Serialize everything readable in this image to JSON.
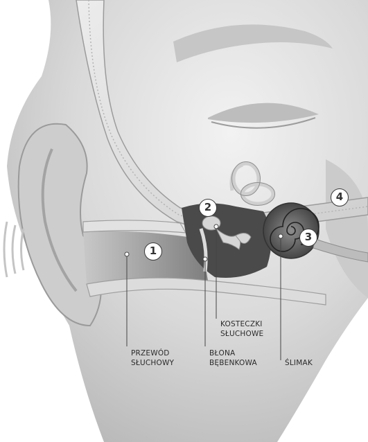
{
  "markers": [
    "1",
    "2",
    "3",
    "4"
  ],
  "labels": {
    "ear_canal": [
      "PRZEWÓD",
      "SŁUCHOWY"
    ],
    "eardrum": [
      "BŁONA",
      "BĘBENKOWA"
    ],
    "ossicles": [
      "KOSTECZKI",
      "SŁUCHOWE"
    ],
    "cochlea": [
      "ŚLIMAK"
    ]
  }
}
